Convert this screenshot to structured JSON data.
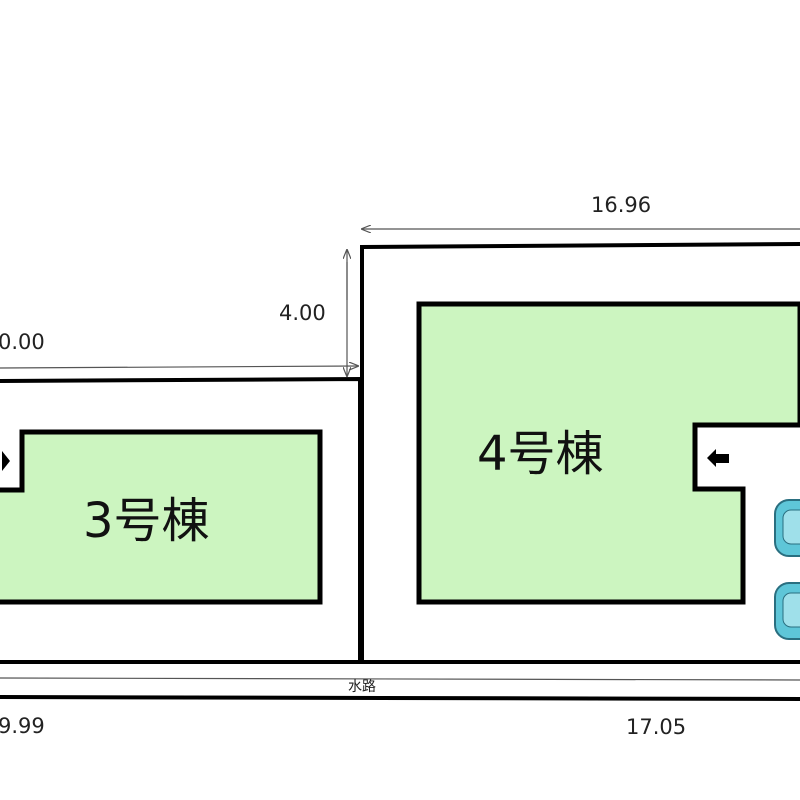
{
  "site_plan": {
    "lot_3": {
      "building_label": "3号棟",
      "top_dimension": "0.00",
      "bottom_dimension": "9.99"
    },
    "lot_4": {
      "building_label": "4号棟",
      "top_dimension": "16.96",
      "bottom_dimension": "17.05",
      "setback_dimension": "4.00"
    },
    "waterway_label": "水路",
    "colors": {
      "building_fill": "#ccf5c0",
      "outline": "#000000",
      "dimension_line": "#555555",
      "car_fill": "#5ec6d8"
    },
    "icons": [
      "entrance-arrow-icon",
      "entrance-arrow-icon",
      "car-icon",
      "car-icon"
    ]
  }
}
